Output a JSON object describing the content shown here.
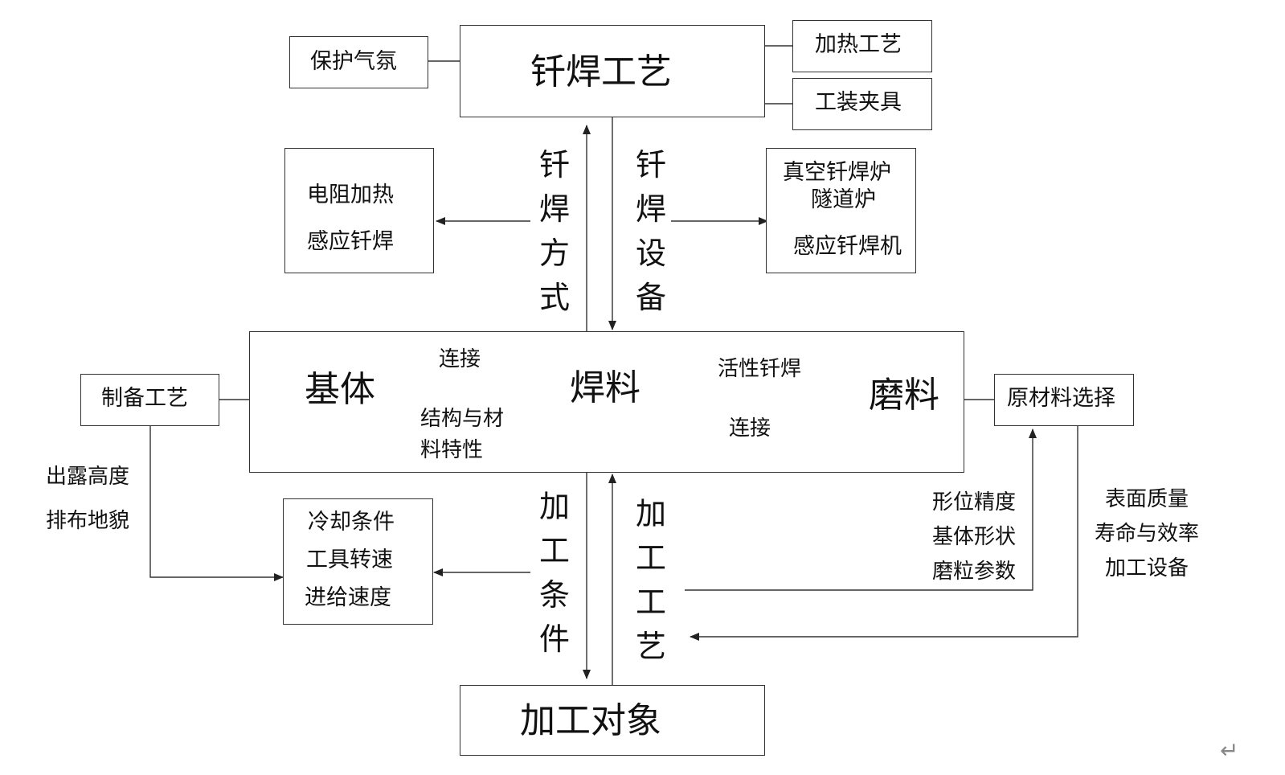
{
  "boxes": {
    "brazing_process": "钎焊工艺",
    "protective_atmosphere": "保护气氛",
    "heating_process": "加热工艺",
    "fixture": "工装夹具",
    "heating_methods": [
      "电阻加热",
      "感应钎焊"
    ],
    "equipment_list": [
      "真空钎焊炉",
      "隧道炉",
      "感应钎焊机"
    ],
    "prep_process": "制备工艺",
    "raw_material": "原材料选择",
    "conditions_list": [
      "冷却条件",
      "工具转速",
      "进给速度"
    ],
    "object": "加工对象"
  },
  "core": {
    "substrate": "基体",
    "solder": "焊料",
    "abrasive": "磨料",
    "connect_left": "连接",
    "structure_lines": [
      "结构与材",
      "料特性"
    ],
    "active_brazing": "活性钎焊",
    "connect_right": "连接"
  },
  "vertical_labels": {
    "brazing_method": [
      "钎",
      "焊",
      "方",
      "式"
    ],
    "brazing_equipment": [
      "钎",
      "焊",
      "设",
      "备"
    ],
    "processing_conditions": [
      "加",
      "工",
      "条",
      "件"
    ],
    "processing_technology": [
      "加",
      "工",
      "工",
      "艺"
    ]
  },
  "side_labels": {
    "exposure": [
      "出露高度",
      "排布地貌"
    ],
    "form_accuracy": [
      "形位精度",
      "基体形状",
      "磨粒参数"
    ],
    "surface_quality": [
      "表面质量",
      "寿命与效率",
      "加工设备"
    ]
  },
  "return_mark": "↵"
}
